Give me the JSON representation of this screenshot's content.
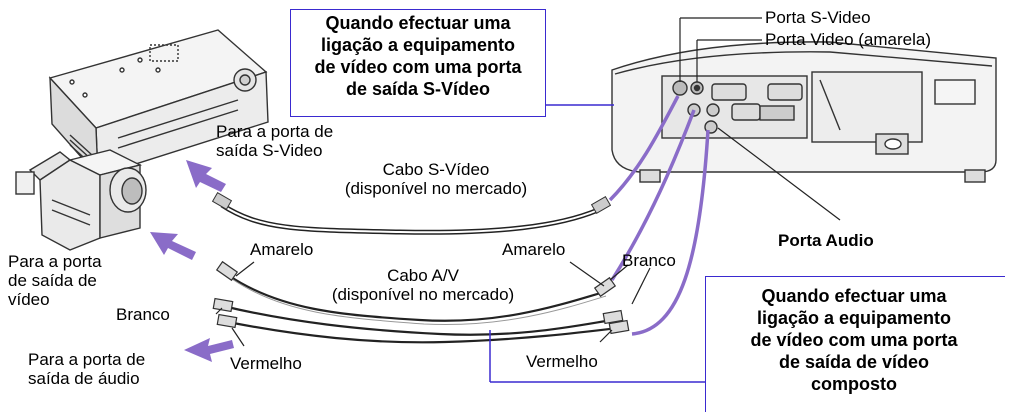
{
  "colors": {
    "cable": "#222222",
    "arrow": "#8a6cc8",
    "callout_border": "#3a2ad0"
  },
  "ports": {
    "svideo": "Porta S-Video",
    "video_yellow": "Porta Video (amarela)",
    "audio": "Porta Audio"
  },
  "callouts": {
    "svideo_box": [
      "Quando efectuar uma",
      "ligação a equipamento",
      "de vídeo com uma porta",
      "de saída S-Vídeo"
    ],
    "composite_box": [
      "Quando efectuar uma",
      "ligação a equipamento",
      "de vídeo com uma porta",
      "de saída de vídeo",
      "composto"
    ]
  },
  "labels": {
    "to_svideo_out": [
      "Para a porta de",
      "saída S-Video"
    ],
    "svideo_cable": [
      "Cabo S-Vídeo",
      "(disponível no mercado)"
    ],
    "to_video_out": [
      "Para a porta",
      "de saída de",
      "vídeo"
    ],
    "av_cable": [
      "Cabo A/V",
      "(disponível no mercado)"
    ],
    "yellow_left": "Amarelo",
    "yellow_right": "Amarelo",
    "white_left": "Branco",
    "white_right": "Branco",
    "red_left": "Vermelho",
    "red_right": "Vermelho",
    "to_audio_out": [
      "Para a porta de",
      "saída de áudio"
    ]
  },
  "icons": [
    "vcr-icon",
    "camcorder-icon",
    "projector-icon"
  ]
}
